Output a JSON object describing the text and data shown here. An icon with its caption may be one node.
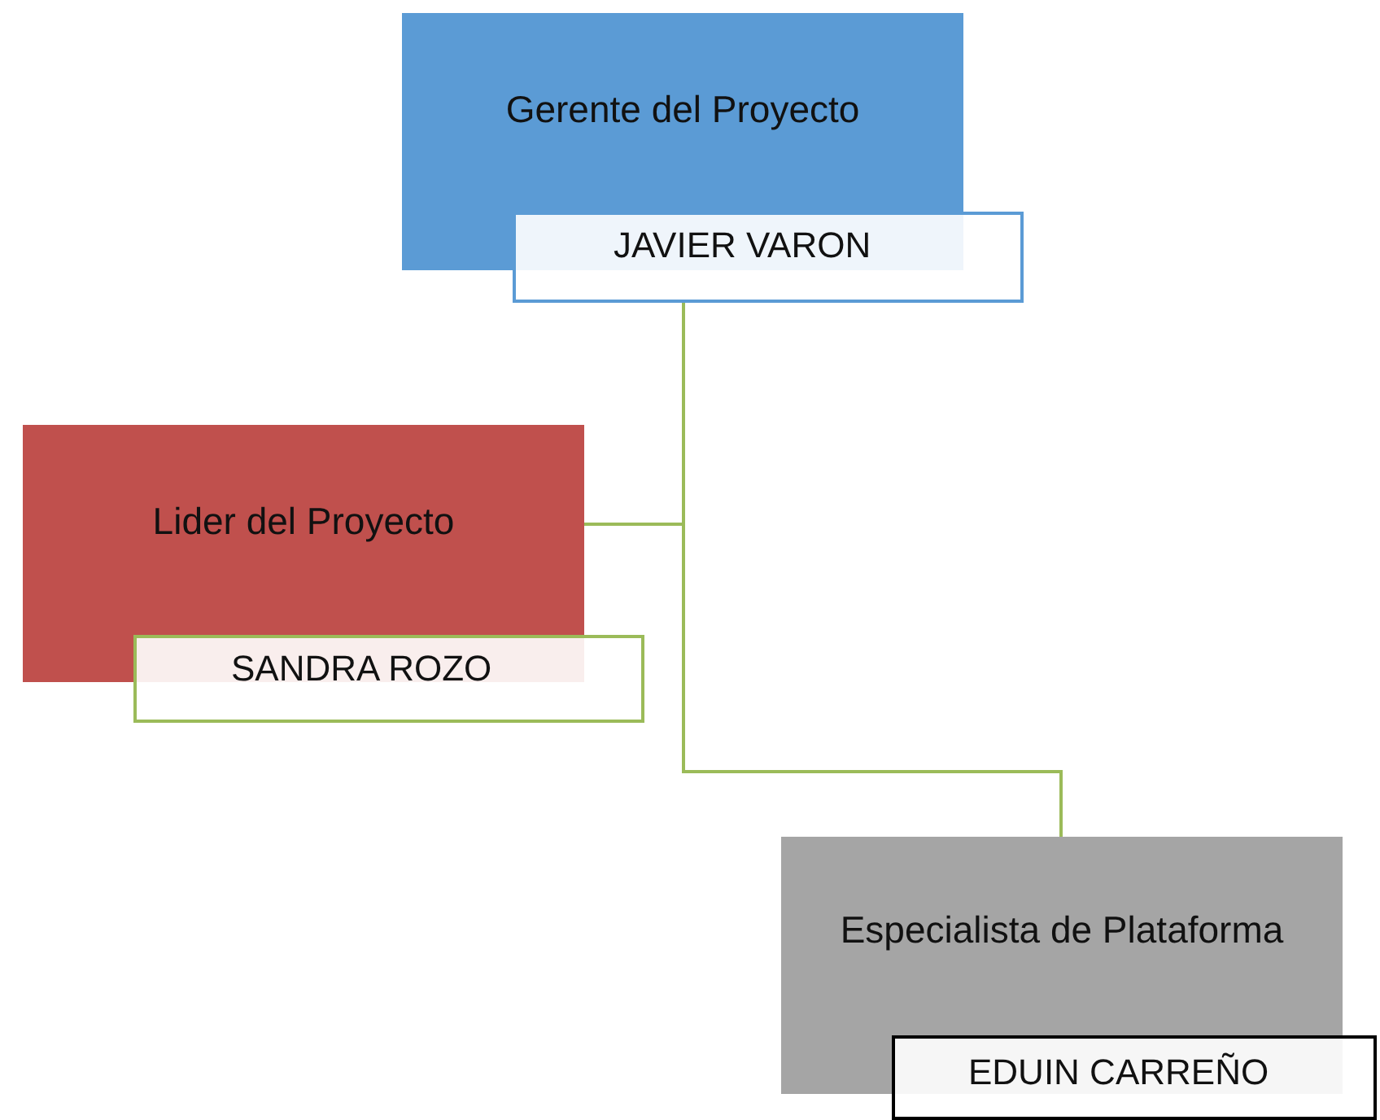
{
  "diagram": {
    "nodes": [
      {
        "text": [
          "Gerente del Proyecto"
        ]
      },
      {
        "text": [
          "JAVIER VARON"
        ]
      },
      {
        "text": [
          "Lider del Proyecto"
        ]
      },
      {
        "text": [
          "SANDRA ROZO"
        ]
      },
      {
        "text": [
          "Especialista de Plataforma"
        ]
      },
      {
        "text": [
          "EDUIN CARREÑO"
        ]
      }
    ],
    "edges": [
      {
        "from": 1,
        "to": 2,
        "arrow": "none"
      },
      {
        "from": 1,
        "to": 4,
        "arrow": "none"
      }
    ]
  }
}
